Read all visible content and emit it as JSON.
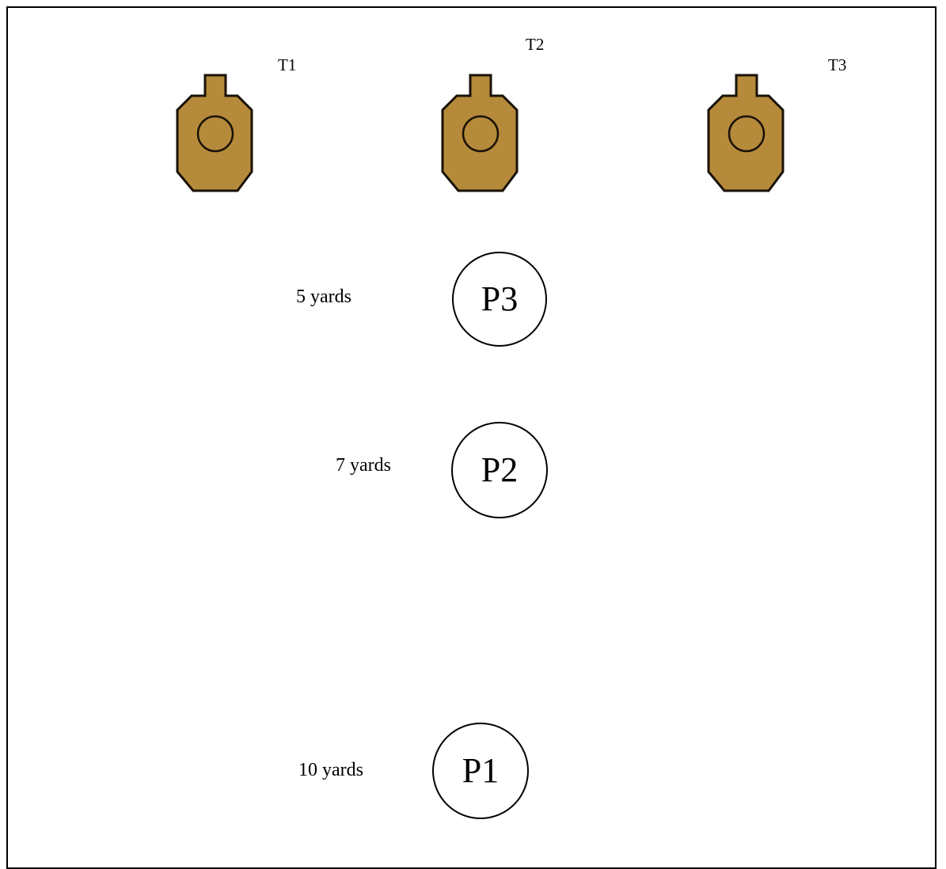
{
  "stage": {
    "targets": [
      {
        "label": "T1",
        "icon": "target-silhouette-icon"
      },
      {
        "label": "T2",
        "icon": "target-silhouette-icon"
      },
      {
        "label": "T3",
        "icon": "target-silhouette-icon"
      }
    ],
    "positions": [
      {
        "label": "P3",
        "distance": "5 yards"
      },
      {
        "label": "P2",
        "distance": "7 yards"
      },
      {
        "label": "P1",
        "distance": "10 yards"
      }
    ]
  },
  "colors": {
    "target_fill": "#b58a3a",
    "target_outline": "#1a1206",
    "line": "#000000",
    "background": "#ffffff"
  }
}
